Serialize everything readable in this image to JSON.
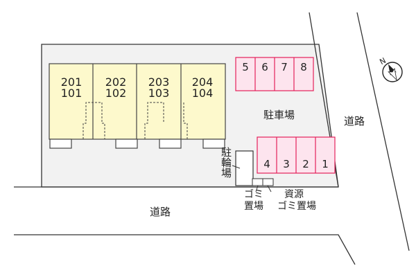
{
  "units": [
    {
      "upper": "201",
      "lower": "101"
    },
    {
      "upper": "202",
      "lower": "102"
    },
    {
      "upper": "203",
      "lower": "103"
    },
    {
      "upper": "204",
      "lower": "104"
    }
  ],
  "parking": {
    "label": "駐車場",
    "top_row": [
      "5",
      "6",
      "7",
      "8"
    ],
    "bottom_row": [
      "4",
      "3",
      "2",
      "1"
    ]
  },
  "bicycle_parking": {
    "label": "駐輪場"
  },
  "garbage": {
    "label_line1": "ゴミ",
    "label_line2": "置場"
  },
  "recycling": {
    "label_line1": "資源",
    "label_line2": "ゴミ置場"
  },
  "roads": {
    "bottom_label": "道路",
    "right_label": "道路"
  },
  "compass": {
    "north_label": "N"
  },
  "colors": {
    "building_fill": "#fdf9cc",
    "parking_fill": "#fde4ee",
    "parking_stroke": "#e5205a",
    "site_fill": "#f2f2f2",
    "line": "#333333"
  }
}
